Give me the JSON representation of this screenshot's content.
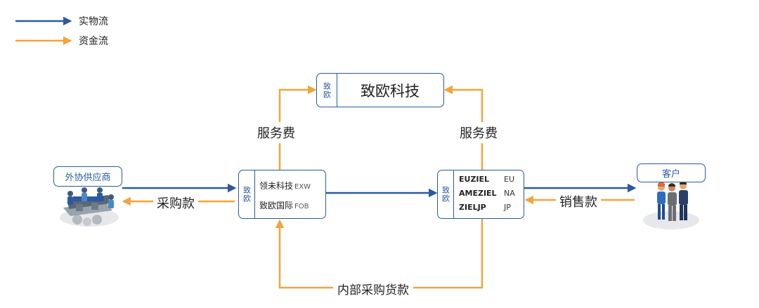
{
  "legend": {
    "physical_flow": "实物流",
    "cash_flow": "资金流"
  },
  "colors": {
    "physical_flow": "#2c5aa0",
    "cash_flow": "#f2a53b",
    "box_border": "#2c5aa0"
  },
  "nodes": {
    "zhiou_tech": {
      "tag": "致欧",
      "title": "致欧科技"
    },
    "supplier": {
      "title": "外协供应商",
      "icon": "factory-workers-icon"
    },
    "domestic": {
      "tag": "致欧",
      "rows": [
        {
          "name": "领未科技",
          "code": "EXW"
        },
        {
          "name": "致欧国际",
          "code": "FOB"
        }
      ]
    },
    "overseas": {
      "tag": "致欧",
      "rows": [
        {
          "name": "EUZIEL",
          "code": "EU"
        },
        {
          "name": "AMEZIEL",
          "code": "NA"
        },
        {
          "name": "ZIELJP",
          "code": "JP"
        }
      ]
    },
    "customer": {
      "title": "客户",
      "icon": "customer-group-icon"
    }
  },
  "edges": {
    "service_fee_left": "服务费",
    "service_fee_right": "服务费",
    "purchase_payment": "采购款",
    "sales_payment": "销售款",
    "internal_payment": "内部采购货款"
  }
}
